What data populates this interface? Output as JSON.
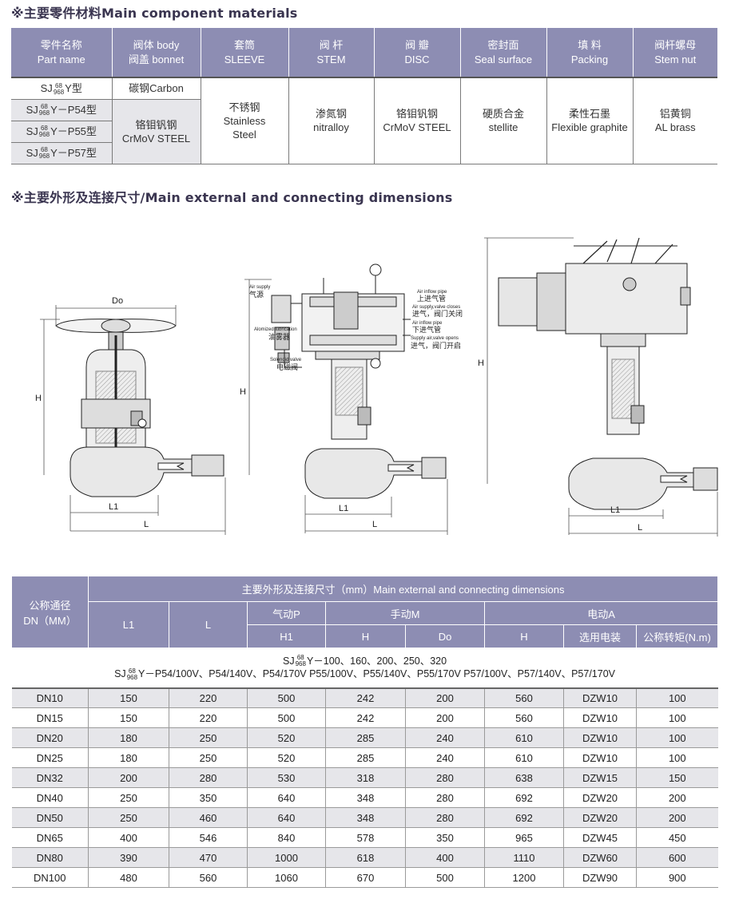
{
  "section1": {
    "title": "※主要零件材料Main component materials"
  },
  "section2": {
    "title": "※主要外形及连接尺寸/Main external and connecting dimensions"
  },
  "materials": {
    "headers": [
      {
        "cn": "零件名称",
        "en": "Part name"
      },
      {
        "cn": "阀体 body",
        "en": "阀盖 bonnet"
      },
      {
        "cn": "套筒",
        "en": "SLEEVE"
      },
      {
        "cn": "阀 杆",
        "en": "STEM"
      },
      {
        "cn": "阀 瓣",
        "en": "DISC"
      },
      {
        "cn": "密封面",
        "en": "Seal surface"
      },
      {
        "cn": "填 料",
        "en": "Packing"
      },
      {
        "cn": "阀杆螺母",
        "en": "Stem nut"
      }
    ],
    "models": [
      {
        "prefix": "SJ",
        "sup": "68",
        "sub": "968",
        "suffix": "Y型"
      },
      {
        "prefix": "SJ",
        "sup": "68",
        "sub": "968",
        "suffix": "Y－P54型"
      },
      {
        "prefix": "SJ",
        "sup": "68",
        "sub": "968",
        "suffix": "Y－P55型"
      },
      {
        "prefix": "SJ",
        "sup": "68",
        "sub": "968",
        "suffix": "Y－P57型"
      }
    ],
    "body_row1": "碳钢Carbon",
    "body_row2_cn": "铬钼钒钢",
    "body_row2_en": "CrMoV STEEL",
    "sleeve": {
      "cn": "不锈钢",
      "en1": "Stainless",
      "en2": "Steel"
    },
    "stem": {
      "cn": "渗氮钢",
      "en": "nitralloy"
    },
    "disc": {
      "cn": "铬钼钒钢",
      "en": "CrMoV STEEL"
    },
    "seal": {
      "cn": "硬质合金",
      "en": "stellite"
    },
    "packing": {
      "cn": "柔性石墨",
      "en": "Flexible graphite"
    },
    "stemnut": {
      "cn": "铝黄铜",
      "en": "AL brass"
    }
  },
  "drawings": {
    "manual": {
      "do_label": "Do",
      "h_label": "H",
      "l1_label": "L1",
      "l_label": "L"
    },
    "pneumatic": {
      "h_label": "H",
      "l1_label": "L1",
      "l_label": "L",
      "air_supply_en": "Air supply",
      "air_supply_cn": "气源",
      "lubrication_en": "Alomized lubrication",
      "lubrication_cn": "油雾器",
      "solenoid_en": "Solenoid valve",
      "solenoid_cn": "电磁阀",
      "inflow_upper_en": "Air inflow pipe",
      "inflow_upper_cn": "上进气管",
      "closes_en": "Air supply,valve closes",
      "closes_cn": "进气，阀门关闭",
      "inflow_lower_en": "Air inflow pipe",
      "inflow_lower_cn": "下进气管",
      "opens_en": "Supply air,valve opens",
      "opens_cn": "进气，阀门开启"
    },
    "electric": {
      "h_label": "H",
      "l1_label": "L1",
      "l_label": "L"
    }
  },
  "dimensions": {
    "header_dn_cn": "公称通径",
    "header_dn_en": "DN（MM）",
    "header_main": "主要外形及连接尺寸（mm）Main external and connecting dimensions",
    "header_l1": "L1",
    "header_l": "L",
    "header_pneumatic": "气动P",
    "header_manual": "手动M",
    "header_electric": "电动A",
    "header_h1": "H1",
    "header_h": "H",
    "header_do": "Do",
    "header_eh": "H",
    "header_actuator": "选用电装",
    "header_torque": "公称转矩(N.m)",
    "note1": {
      "prefix": "SJ",
      "sup": "68",
      "sub": "968",
      "suffix": "Y－100、160、200、250、320"
    },
    "note2": {
      "prefix": "SJ",
      "sup": "68",
      "sub": "968",
      "suffix": "Y－P54/100V、P54/140V、P54/170V P55/100V、P55/140V、P55/170V P57/100V、P57/140V、P57/170V"
    },
    "rows": [
      [
        "DN10",
        "150",
        "220",
        "500",
        "242",
        "200",
        "560",
        "DZW10",
        "100"
      ],
      [
        "DN15",
        "150",
        "220",
        "500",
        "242",
        "200",
        "560",
        "DZW10",
        "100"
      ],
      [
        "DN20",
        "180",
        "250",
        "520",
        "285",
        "240",
        "610",
        "DZW10",
        "100"
      ],
      [
        "DN25",
        "180",
        "250",
        "520",
        "285",
        "240",
        "610",
        "DZW10",
        "100"
      ],
      [
        "DN32",
        "200",
        "280",
        "530",
        "318",
        "280",
        "638",
        "DZW15",
        "150"
      ],
      [
        "DN40",
        "250",
        "350",
        "640",
        "348",
        "280",
        "692",
        "DZW20",
        "200"
      ],
      [
        "DN50",
        "250",
        "460",
        "640",
        "348",
        "280",
        "692",
        "DZW20",
        "200"
      ],
      [
        "DN65",
        "400",
        "546",
        "840",
        "578",
        "350",
        "965",
        "DZW45",
        "450"
      ],
      [
        "DN80",
        "390",
        "470",
        "1000",
        "618",
        "400",
        "1110",
        "DZW60",
        "600"
      ],
      [
        "DN100",
        "480",
        "560",
        "1060",
        "670",
        "500",
        "1200",
        "DZW90",
        "900"
      ]
    ]
  },
  "colors": {
    "header_bg": "#8d8db3",
    "row_gray": "#e6e6ea",
    "title": "#3a3550"
  }
}
